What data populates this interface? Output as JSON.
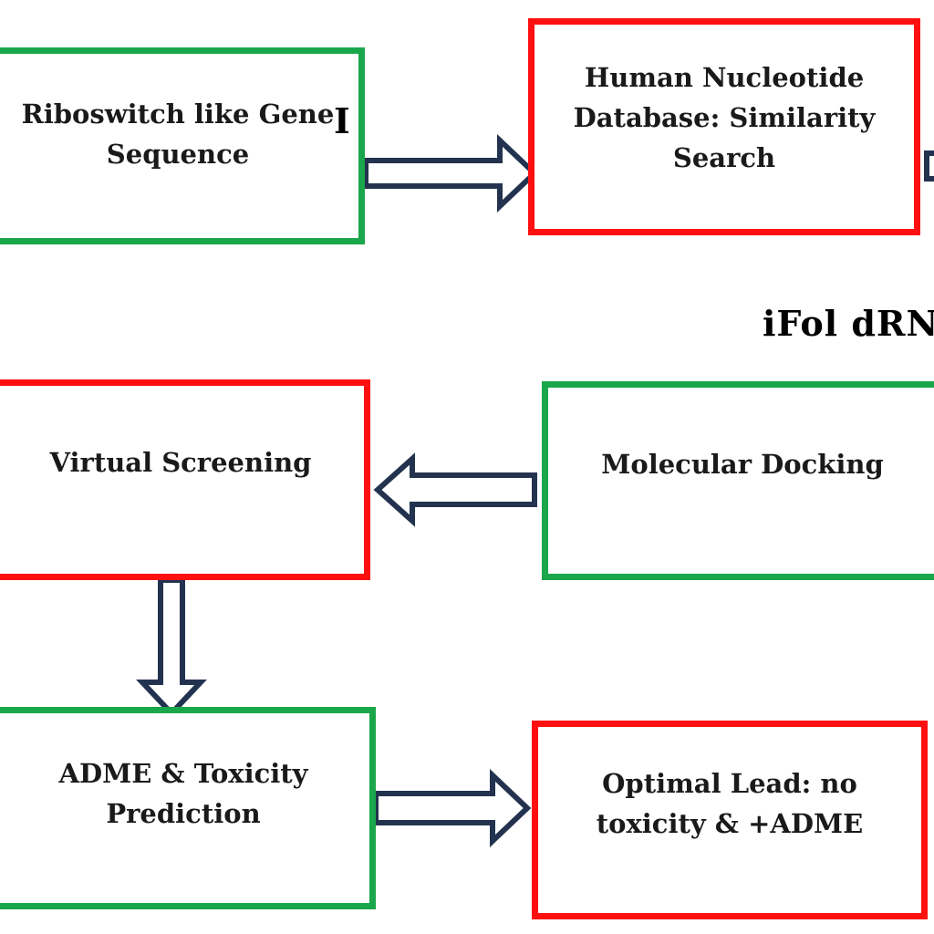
{
  "nodes": {
    "riboswitch": {
      "label": "Riboswitch like Gene\nSequence",
      "border_color": "#1aa64a"
    },
    "human_db": {
      "label": "Human Nucleotide\nDatabase: Similarity\nSearch",
      "border_color": "#ff1010"
    },
    "virtual_screening": {
      "label": "Virtual Screening",
      "border_color": "#ff1010"
    },
    "molecular_docking": {
      "label": "Molecular Docking",
      "border_color": "#1aa64a"
    },
    "adme": {
      "label": "ADME & Toxicity\nPrediction",
      "border_color": "#1aa64a"
    },
    "optimal_lead": {
      "label": "Optimal Lead: no\ntoxicity & +ADME",
      "border_color": "#ff1010"
    }
  },
  "fragments": {
    "bracket_glyph": "I",
    "ifoldrna": "iFol dRN"
  },
  "colors": {
    "arrow_outline": "#23334f",
    "arrow_fill": "#ffffff",
    "green": "#1aa64a",
    "red": "#ff1010"
  }
}
